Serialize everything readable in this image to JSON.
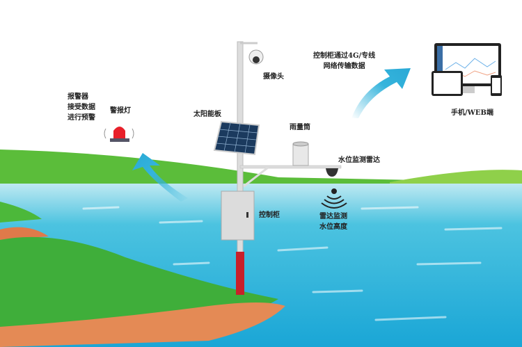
{
  "labels": {
    "alarm_lines": [
      "报警器",
      "接受数据",
      "进行预警"
    ],
    "alarm_light": "警报灯",
    "solar_panel": "太阳能板",
    "camera": "摄像头",
    "rain_gauge": "雨量筒",
    "radar": "水位监测雷达",
    "control_box": "控制柜",
    "radar_measure": [
      "雷达监测",
      "水位高度"
    ],
    "transmission": [
      "控制柜通过4G/专线",
      "网络传输数据"
    ],
    "terminal": "手机/WEB端"
  },
  "colors": {
    "water": "#2fb6d8",
    "grass": "#5bbd3a",
    "shore": "#e07a4a",
    "arrow": "#35b4dc",
    "alarm": "#e8202a",
    "pole_base": "#c8202a"
  }
}
